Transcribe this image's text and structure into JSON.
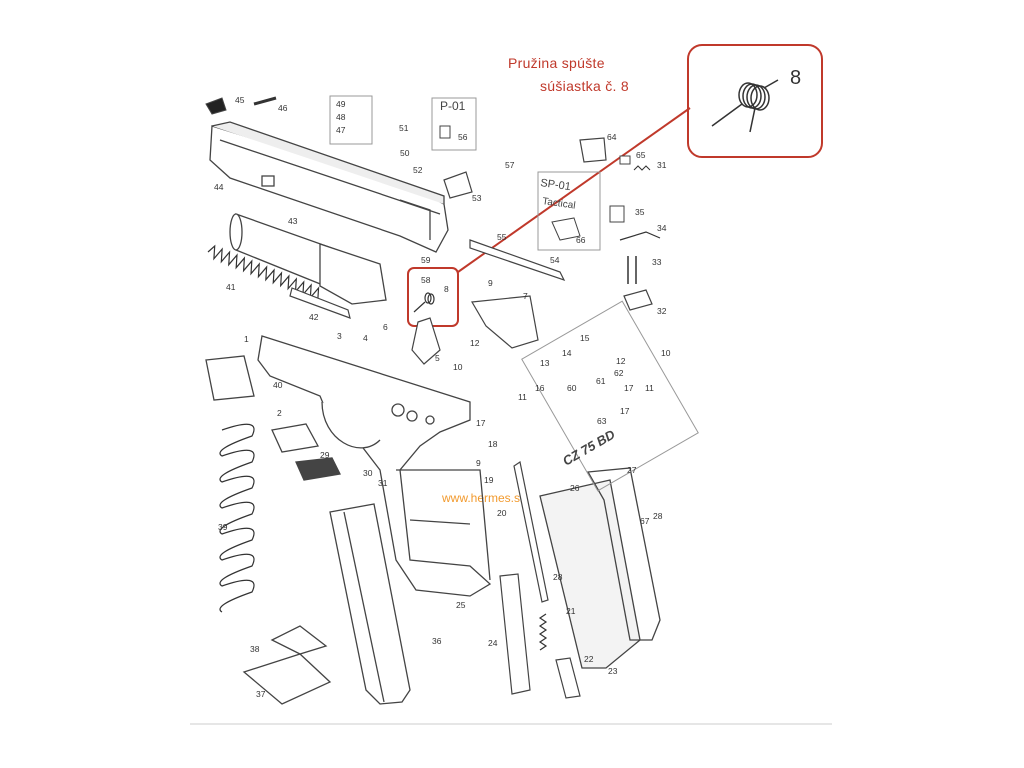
{
  "caption": {
    "line1": "Pružina spúšte",
    "line2": "súšiastka č. 8"
  },
  "inset": {
    "part_number": "8"
  },
  "watermark": "www.hermes.sk",
  "labels": {
    "sp01": "SP-01",
    "tactical": "Tactical",
    "p01": "P-01",
    "cz75bd": "CZ 75 BD"
  },
  "part_numbers": [
    "1",
    "2",
    "3",
    "4",
    "5",
    "6",
    "7",
    "8",
    "9",
    "10",
    "11",
    "12",
    "13",
    "14",
    "15",
    "16",
    "17",
    "18",
    "19",
    "20",
    "21",
    "22",
    "23",
    "24",
    "25",
    "26",
    "27",
    "28",
    "29",
    "30",
    "31",
    "32",
    "33",
    "34",
    "35",
    "36",
    "37",
    "38",
    "39",
    "40",
    "41",
    "42",
    "43",
    "44",
    "45",
    "46",
    "47",
    "48",
    "49",
    "50",
    "51",
    "52",
    "53",
    "54",
    "55",
    "56",
    "57",
    "58",
    "59",
    "60",
    "61",
    "62",
    "63",
    "64",
    "65",
    "66",
    "67"
  ],
  "colors": {
    "highlight": "#c0392b",
    "line": "#444444",
    "watermark": "#f29a2e"
  }
}
